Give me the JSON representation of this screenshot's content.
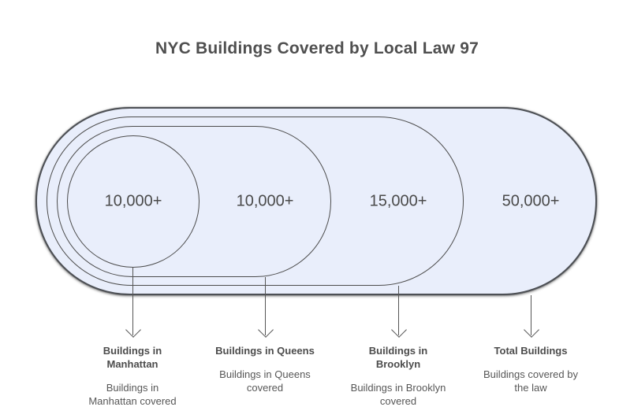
{
  "title": "NYC Buildings Covered by Local Law 97",
  "colors": {
    "fill": "#e9eefb",
    "ring_border": "#4c4c4c",
    "title_text": "#4f4f4f",
    "value_text": "#4a4a4a",
    "label_text": "#575757"
  },
  "diagram": {
    "rings": [
      {
        "name": "manhattan",
        "value": "10,000+"
      },
      {
        "name": "queens",
        "value": "10,000+"
      },
      {
        "name": "brooklyn",
        "value": "15,000+"
      },
      {
        "name": "total",
        "value": "50,000+"
      }
    ],
    "labels": [
      {
        "heading": "Buildings in\nManhattan",
        "description": "Buildings in\nManhattan covered"
      },
      {
        "heading": "Buildings in Queens",
        "description": "Buildings in Queens\ncovered"
      },
      {
        "heading": "Buildings in\nBrooklyn",
        "description": "Buildings in Brooklyn\ncovered"
      },
      {
        "heading": "Total Buildings",
        "description": "Buildings covered by\nthe law"
      }
    ]
  }
}
